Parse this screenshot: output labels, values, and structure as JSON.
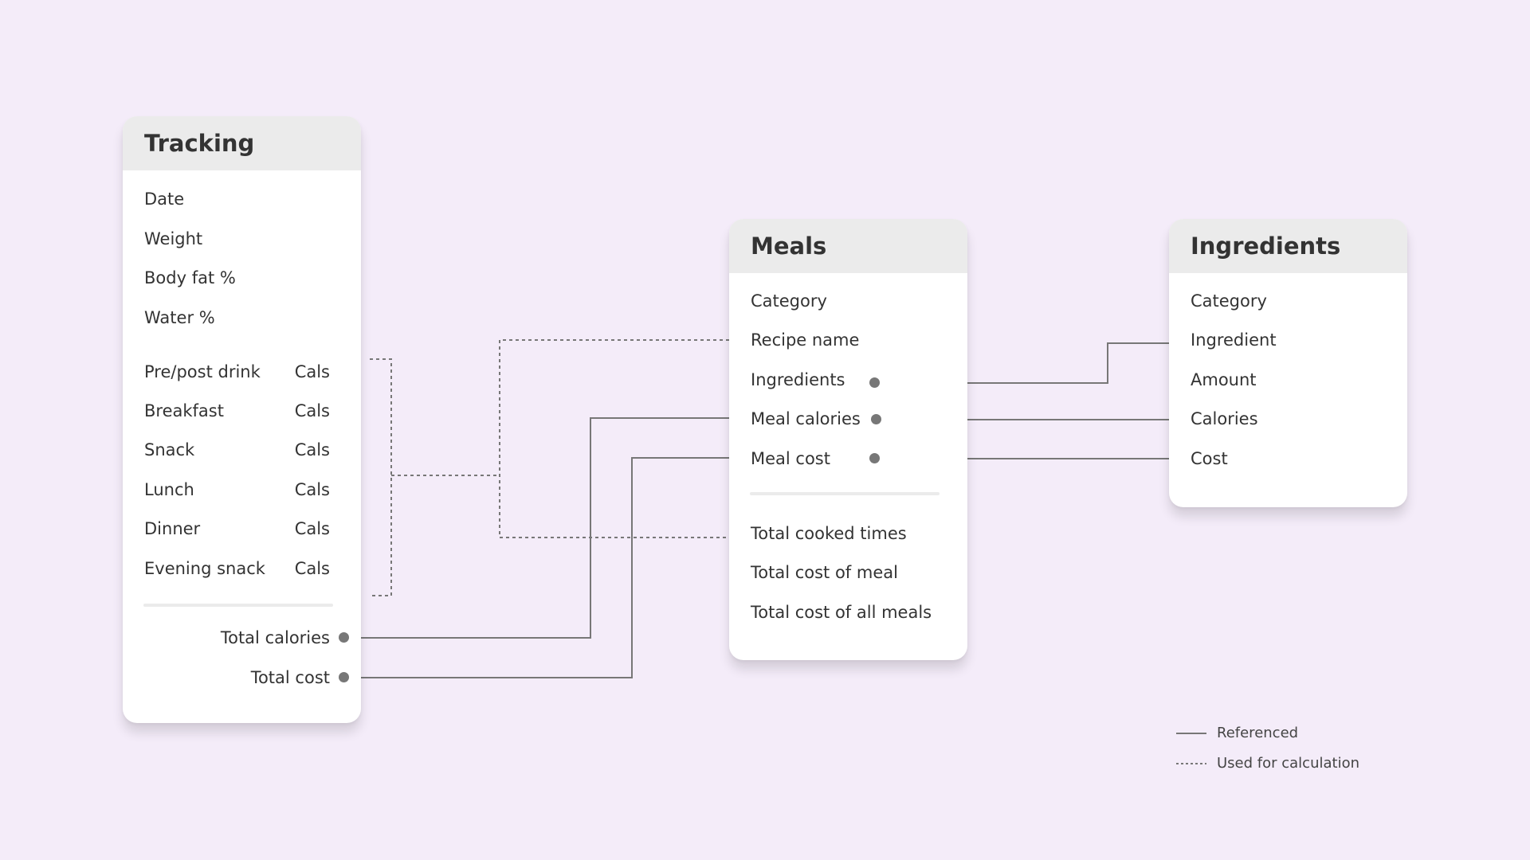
{
  "tracking": {
    "title": "Tracking",
    "fields": [
      "Date",
      "Weight",
      "Body fat %",
      "Water %"
    ],
    "meals": [
      {
        "label": "Pre/post drink",
        "unit": "Cals"
      },
      {
        "label": "Breakfast",
        "unit": "Cals"
      },
      {
        "label": "Snack",
        "unit": "Cals"
      },
      {
        "label": "Lunch",
        "unit": "Cals"
      },
      {
        "label": "Dinner",
        "unit": "Cals"
      },
      {
        "label": "Evening snack",
        "unit": "Cals"
      }
    ],
    "totals": [
      "Total calories",
      "Total cost"
    ]
  },
  "meals_table": {
    "title": "Meals",
    "fields": [
      "Category",
      "Recipe name",
      "Ingredients",
      "Meal calories",
      "Meal cost"
    ],
    "totals": [
      "Total cooked times",
      "Total cost of meal",
      "Total cost of all meals"
    ]
  },
  "ingredients": {
    "title": "Ingredients",
    "fields": [
      "Category",
      "Ingredient",
      "Amount",
      "Calories",
      "Cost"
    ]
  },
  "legend": {
    "referenced": "Referenced",
    "calculation": "Used for calculation"
  },
  "colors": {
    "background": "#f4ecf9",
    "card": "#ffffff",
    "header": "#ebebeb",
    "connector": "#777777"
  }
}
